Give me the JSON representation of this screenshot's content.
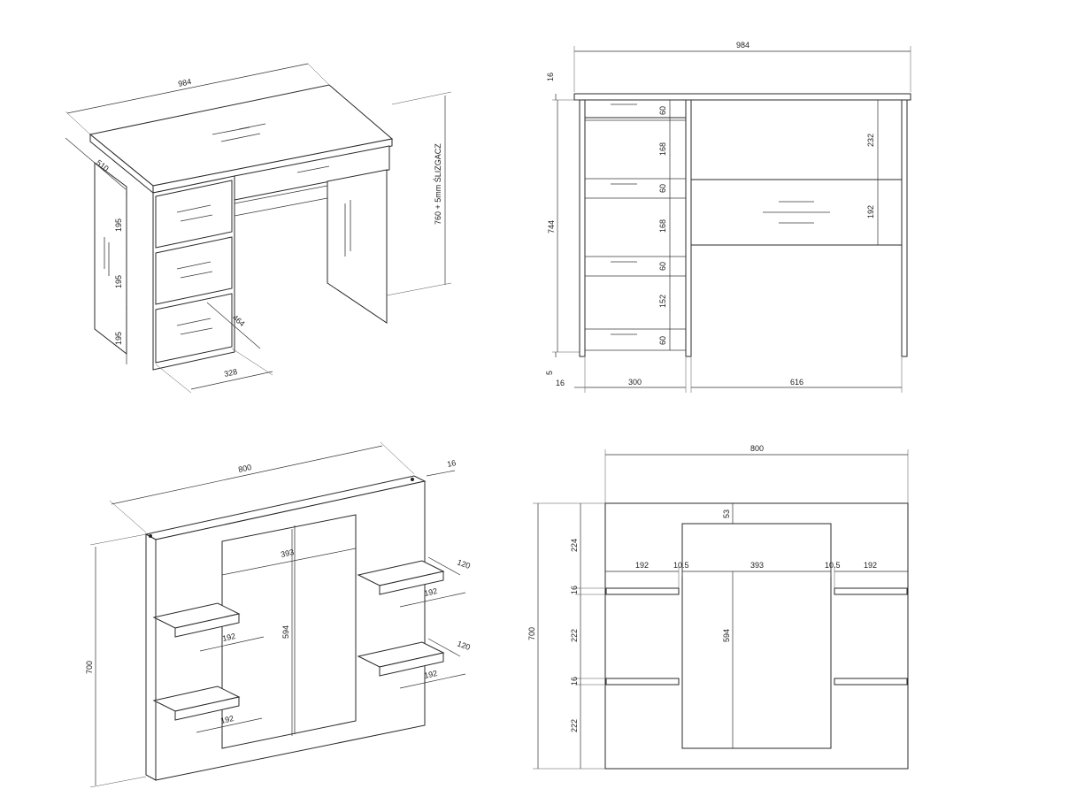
{
  "desk_iso": {
    "width": "984",
    "depth": "510",
    "height": "760 + 5mm ŚLIZGACZ",
    "drawer_h1": "195",
    "drawer_h2": "195",
    "drawer_h3": "195",
    "drawer_width": "328",
    "drawer_depth": "464"
  },
  "desk_front": {
    "width": "984",
    "top_thickness": "16",
    "height": "744",
    "glide": "5",
    "side": "16",
    "cabinet_width": "300",
    "open_width": "616",
    "d_60a": "60",
    "d_168a": "168",
    "d_60b": "60",
    "d_168b": "168",
    "d_60c": "60",
    "d_152": "152",
    "d_60d": "60",
    "right_232": "232",
    "right_192": "192"
  },
  "panel_iso": {
    "width": "800",
    "depth": "16",
    "height": "700",
    "mirror_width": "393",
    "mirror_height": "594",
    "shelf_depth_a": "120",
    "shelf_depth_b": "120",
    "shelf_w1": "192",
    "shelf_w2": "192",
    "shelf_w3": "192",
    "shelf_w4": "192"
  },
  "panel_front": {
    "width": "800",
    "height": "700",
    "top_gap": "53",
    "shelf_left": "192",
    "gap_left": "10.5",
    "mirror_width": "393",
    "gap_right": "10.5",
    "shelf_right": "192",
    "top_224": "224",
    "shelf_t1": "16",
    "mid_222": "222",
    "shelf_t2": "16",
    "bot_222": "222",
    "mirror_height": "594"
  }
}
